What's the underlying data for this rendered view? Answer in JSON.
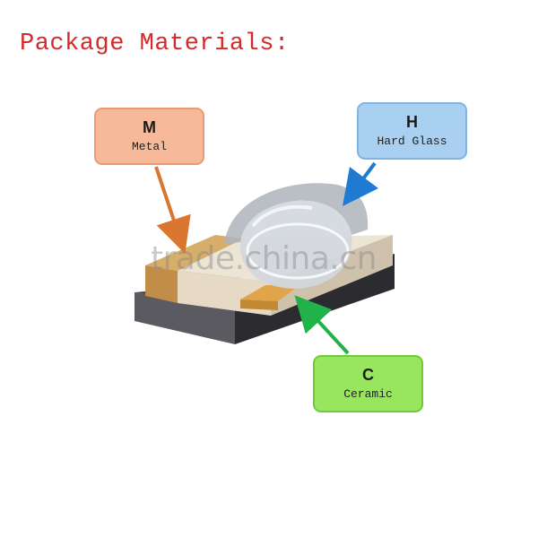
{
  "title": "Package Materials:",
  "labels": [
    {
      "letter": "M",
      "text": "Metal",
      "color": "#f8b99a",
      "arrow_color": "#d9762f"
    },
    {
      "letter": "H",
      "text": "Hard Glass",
      "color": "#a9cff1",
      "arrow_color": "#1f7ad1"
    },
    {
      "letter": "C",
      "text": "Ceramic",
      "color": "#98e65e",
      "arrow_color": "#22b24a"
    }
  ],
  "watermark": "trade.china.cn",
  "title_color": "#d42a2a"
}
